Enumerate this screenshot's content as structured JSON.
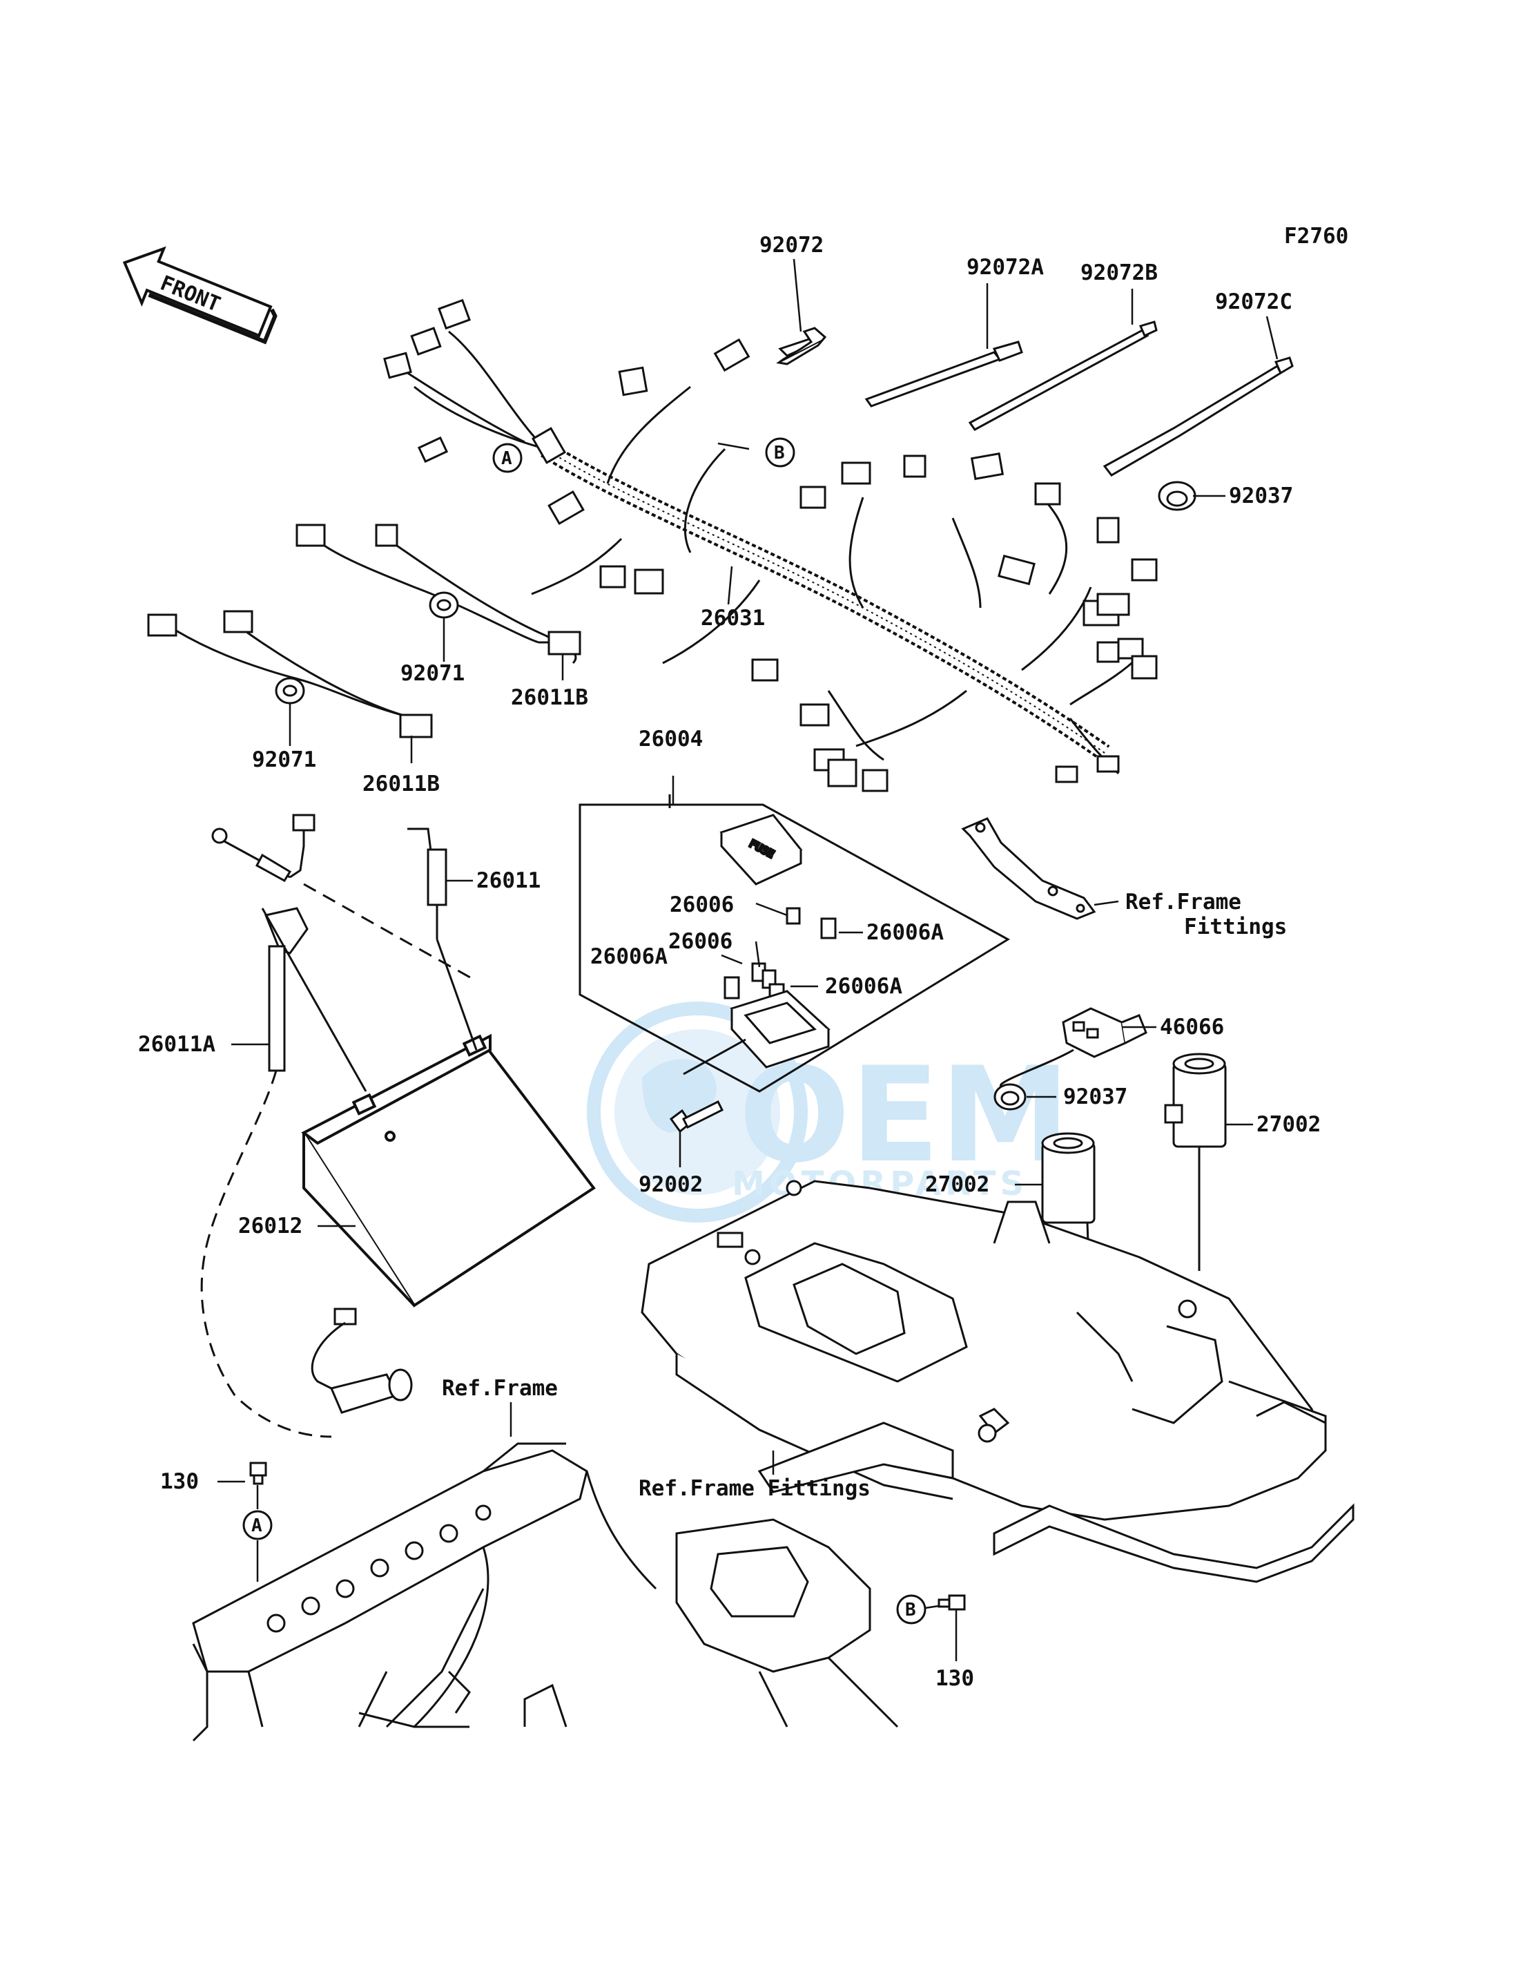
{
  "figure_code": "F2760",
  "front_label": "FRONT",
  "fuse_text": "FUSE",
  "watermark": {
    "brand": "OEM",
    "sub": "MOTORPARTS",
    "color": "#a8d4f0"
  },
  "callouts": {
    "A": "A",
    "B": "B"
  },
  "labels": {
    "p92072": "92072",
    "p92072A": "92072A",
    "p92072B": "92072B",
    "p92072C": "92072C",
    "p92037_top": "92037",
    "p26031": "26031",
    "p92071_a": "92071",
    "p26011B_a": "26011B",
    "p92071_b": "92071",
    "p26011B_b": "26011B",
    "p26004": "26004",
    "p26011": "26011",
    "p26006_a": "26006",
    "p26006A_a": "26006A",
    "p26006_b": "26006",
    "p26006A_b": "26006A",
    "p26006A_c": "26006A",
    "p26011A": "26011A",
    "ref_frame_fittings_1": "Ref.Frame",
    "ref_frame_fittings_2": "Fittings",
    "p46066": "46066",
    "p92037_mid": "92037",
    "p27002_a": "27002",
    "p27002_b": "27002",
    "p92002": "92002",
    "p26012": "26012",
    "ref_frame": "Ref.Frame",
    "ref_frame_fittings_bottom": "Ref.Frame Fittings",
    "p130_a": "130",
    "p130_b": "130"
  }
}
